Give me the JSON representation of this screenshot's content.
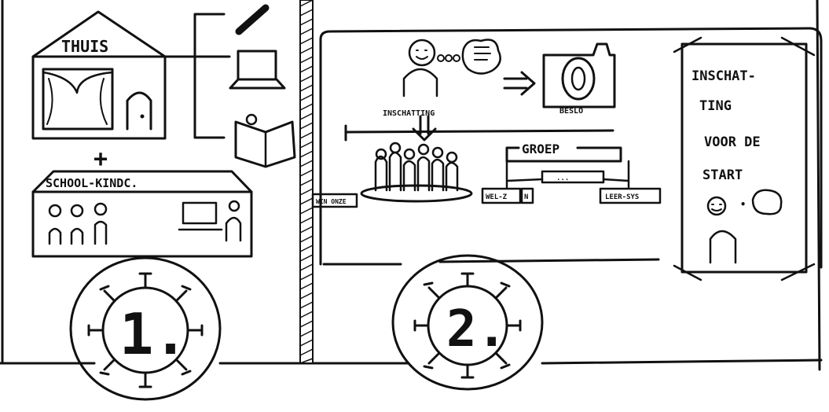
{
  "panel1": {
    "home_label": "THUIS",
    "plus": "+",
    "school_label": "SCHOOL-KINDC.",
    "number": "1."
  },
  "panel2": {
    "assessment_label": "INSCHATTING",
    "decision_label": "BESLO",
    "group_label": "GROEP",
    "sub_a": "WEL-Z",
    "sub_a_box": "N",
    "sub_b": "LEER-SYS",
    "center_box": "...",
    "left_caption": "WIN ONZE",
    "number": "2."
  },
  "note_card": {
    "lines": [
      "INSCHAT-",
      "TING",
      "VOOR DE",
      "START"
    ],
    "dot": "•"
  },
  "colors": {
    "ink": "#111111",
    "paper": "#ffffff"
  }
}
